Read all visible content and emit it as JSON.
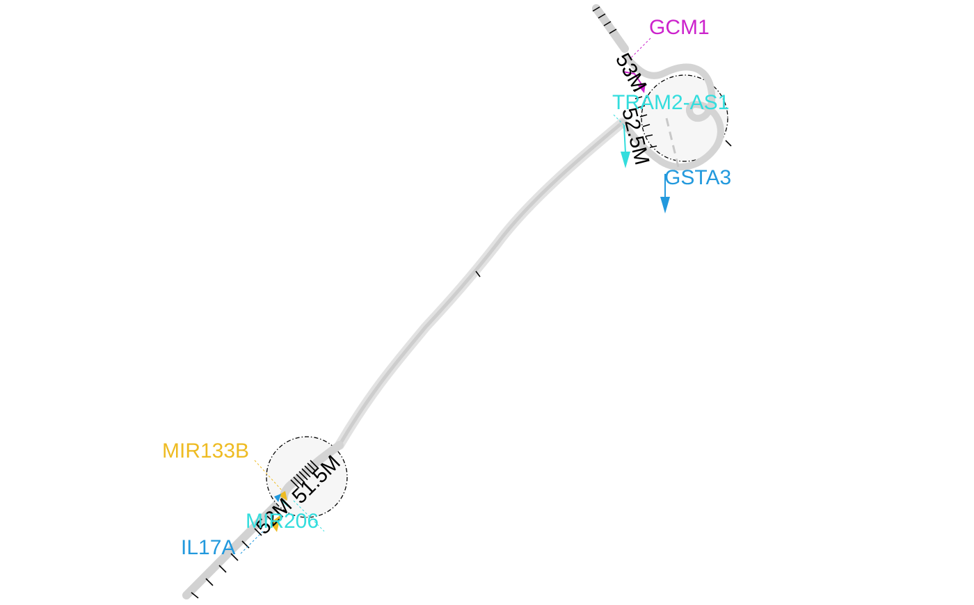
{
  "genes": [
    {
      "name": "GCM1",
      "color": "#CC22CC"
    },
    {
      "name": "TRAM2-AS1",
      "color": "#33DDDD"
    },
    {
      "name": "GSTA3",
      "color": "#2299DD"
    },
    {
      "name": "MIR133B",
      "color": "#EEBB22"
    },
    {
      "name": "MIR206",
      "color": "#33DDDD"
    },
    {
      "name": "IL17A",
      "color": "#2299DD"
    }
  ],
  "coordinate_labels": {
    "top_upper": "53M",
    "top_lower": "52.5M",
    "bottom_upper": "51.5M",
    "bottom_lower": "52M"
  },
  "colors": {
    "chromatin": "#d2d2d2",
    "chromatin_light": "#e4e4e4",
    "zoom_circle": "#000000",
    "zoom_fill": "#f6f6f6"
  }
}
